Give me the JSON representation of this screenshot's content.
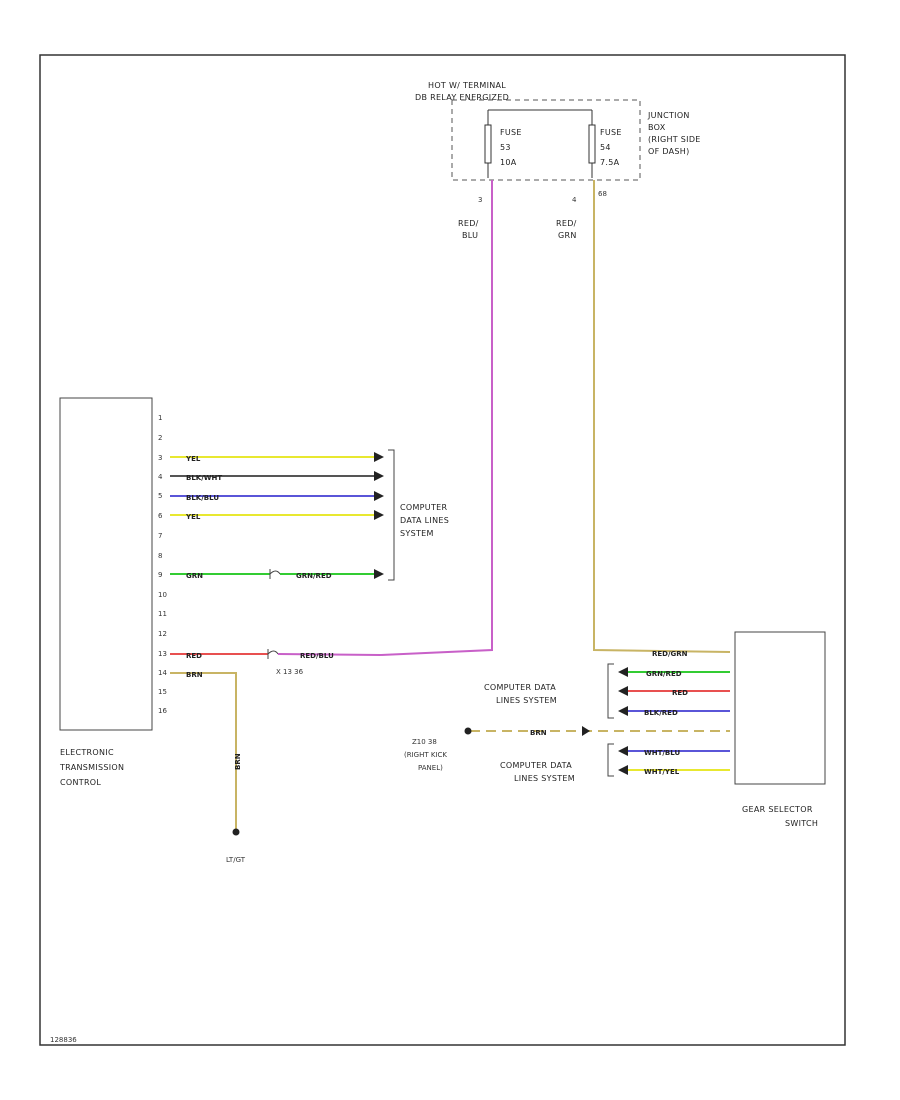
{
  "power": {
    "hot_label_line1": "HOT W/ TERMINAL",
    "hot_label_line2": "DB RELAY ENERGIZED",
    "fuse1": {
      "name": "FUSE",
      "number": "53",
      "rating": "10A",
      "pin": "3"
    },
    "fuse2": {
      "name": "FUSE",
      "number": "54",
      "rating": "7.5A",
      "pin": "4"
    },
    "junction_line1": "JUNCTION",
    "junction_line2": "BOX",
    "junction_line3": "(RIGHT SIDE",
    "junction_line4": "OF DASH)",
    "connector_pin": "68",
    "wire1_line1": "RED/",
    "wire1_line2": "BLU",
    "wire2_line1": "RED/",
    "wire2_line2": "GRN"
  },
  "tcm": {
    "label_line1": "ELECTRONIC",
    "label_line2": "TRANSMISSION",
    "label_line3": "CONTROL",
    "pins": [
      "1",
      "2",
      "3",
      "4",
      "5",
      "6",
      "7",
      "8",
      "9",
      "10",
      "11",
      "12",
      "13",
      "14",
      "15",
      "16"
    ],
    "wires": {
      "yel1": "YEL",
      "blkwht": "BLK/WHT",
      "blkblu": "BLK/BLU",
      "yel2": "YEL",
      "grn": "GRN",
      "grnred": "GRN/RED",
      "red": "RED",
      "redblu": "RED/BLU",
      "brn": "BRN"
    },
    "splice_label": "X 13 36",
    "ground_label": "LT/GT",
    "ground_wire": "BRN"
  },
  "data_lines": {
    "line1": "COMPUTER",
    "line2": "DATA LINES",
    "line3": "SYSTEM"
  },
  "gear": {
    "label_line1": "GEAR SELECTOR",
    "label_line2": "SWITCH",
    "wires": [
      "RED/GRN",
      "GRN/RED",
      "RED",
      "BLK/RED",
      "BRN",
      "WHT/BLU",
      "WHT/YEL"
    ],
    "data_upper": {
      "line1": "COMPUTER DATA",
      "line2": "LINES SYSTEM"
    },
    "data_lower": {
      "line1": "COMPUTER DATA",
      "line2": "LINES SYSTEM"
    },
    "ground_line1": "Z10 38",
    "ground_line2": "(RIGHT KICK",
    "ground_line3": "PANEL)",
    "ground_wire": "BRN"
  },
  "footer": {
    "code": "128836"
  },
  "colors": {
    "yel": "#e8e830",
    "blk": "#444444",
    "blu": "#5a55d8",
    "grn": "#33cc33",
    "red": "#e85050",
    "purple": "#c860c8",
    "brn": "#c8b464",
    "border": "#333333"
  }
}
